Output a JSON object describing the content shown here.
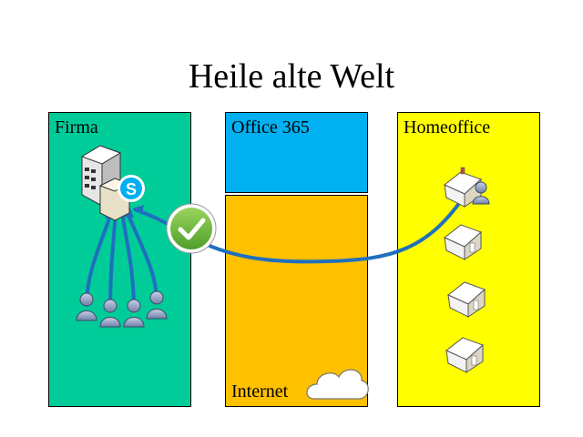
{
  "slide": {
    "title": "Heile alte Welt"
  },
  "zones": {
    "firma": {
      "label": "Firma",
      "color": "#00cc99"
    },
    "office365": {
      "label": "Office 365",
      "color": "#00b0f0"
    },
    "internet": {
      "label": "Internet",
      "color": "#ffc000"
    },
    "homeoffice": {
      "label": "Homeoffice",
      "color": "#ffff00"
    }
  },
  "icons": {
    "server": "server-building-icon",
    "skype": "skype-icon",
    "check": "checkmark-badge-icon",
    "user": "user-icon",
    "house": "house-icon",
    "cloud": "cloud-icon"
  },
  "colors": {
    "connection": "#1f6fbf",
    "check_badge": "#6abf3a"
  }
}
